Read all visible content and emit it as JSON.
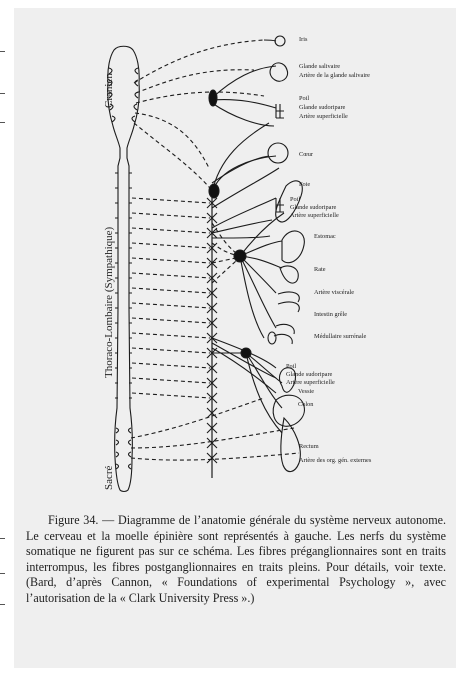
{
  "diagram": {
    "region_labels": {
      "cranial": "Cranien",
      "thoracolumbar": "Thoraco-Lombaire (Sympathique)",
      "sacral": "Sacré"
    },
    "organ_labels": [
      "Iris",
      "Glande salivaire",
      "Artère de la glande salivaire",
      "Poil",
      "Glande sudoripare",
      "Artère superficielle",
      "Cœur",
      "Foie",
      "Poil",
      "Glande sudoripare",
      "Artère superficielle",
      "Estomac",
      "Rate",
      "Artère viscérale",
      "Intestin grêle",
      "Médullaire surrénale",
      "Poil",
      "Glande sudoripare",
      "Artère superficielle",
      "Vessie",
      "Colon",
      "Rectum",
      "Artère des org. gén. externes"
    ]
  },
  "caption": {
    "text": "Figure 34. — Diagramme de l’anatomie générale du système nerveux autonome. Le cerveau et la moelle épinière sont représentés à gauche. Les nerfs du système somatique ne figurent pas sur ce schéma. Les fibres préganglionnaires sont en traits interrompus, les fibres postganglionnaires en traits pleins. Pour détails, voir texte. (Bard, d’après Cannon, « Foundations of experimental Psychology », avec l’autorisation de la « Clark University Press ».)"
  },
  "colors": {
    "page_background": "#efefef",
    "ink": "#1a1a1a"
  }
}
